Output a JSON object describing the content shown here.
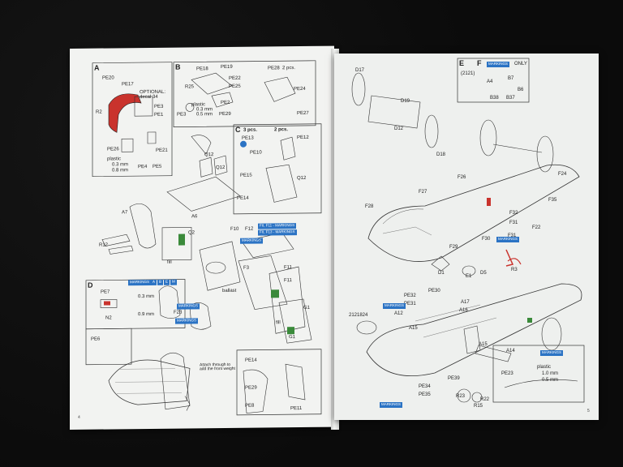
{
  "left_page": {
    "step_a": {
      "letter": "A",
      "parts": [
        "PE20",
        "PE17",
        "OPTIONAL: decal 34",
        "PE3",
        "PE1",
        "R2",
        "PE26",
        "PE21",
        "PE4",
        "PE5"
      ],
      "plastic_note": "plastic",
      "thin1": "0.3 mm",
      "thin2": "0.8 mm"
    },
    "step_b": {
      "letter": "B",
      "parts": [
        "PE18",
        "PE19",
        "PE22",
        "PE25",
        "R25",
        "PE2",
        "PE3",
        "PE29",
        "PE28",
        "2 pcs.",
        "PE24",
        "PE27"
      ],
      "plastic_note": "plastic",
      "thin1": "0.3 mm",
      "thin2": "0.5 mm"
    },
    "step_c": {
      "letter": "C",
      "pcs1": "3 pcs.",
      "pcs2": "2 pcs.",
      "parts": [
        "PE13",
        "PE12",
        "PE10",
        "PE15",
        "PE14",
        "Q12",
        "Q12"
      ]
    },
    "step_d": {
      "letter": "D",
      "parts": [
        "PE7",
        "N2",
        "PE6",
        "F23"
      ],
      "thin1": "0.3 mm",
      "thin2": "0.9 mm"
    },
    "mid_labels": [
      "Q12",
      "Q12",
      "A7",
      "A6",
      "R12",
      "Q2",
      "F10",
      "F12",
      "F3",
      "F11",
      "F11",
      "fill",
      "ballast",
      "G1",
      "G1",
      "fill"
    ],
    "markings": [
      "MARKINGS",
      "A",
      "B",
      "E",
      "M"
    ],
    "marking_note_1": "F8, F11 - MARKINGS",
    "marking_note_2": "F8, F13 - MARKINGS",
    "bottom_parts": [
      "PE14",
      "PE29",
      "PE8",
      "PE11"
    ],
    "note": "Attach through to add the front weight",
    "page_number": "4"
  },
  "right_page": {
    "parts": [
      "D17",
      "D19",
      "D12",
      "D18",
      "F26",
      "F28",
      "F27",
      "F24",
      "F35",
      "F29",
      "F30",
      "F32",
      "F31",
      "F22",
      "F31",
      "R3",
      "D1",
      "E1",
      "D5",
      "PE30",
      "PE32",
      "PE31",
      "A17",
      "A16",
      "A15",
      "A14",
      "A12",
      "A15",
      "PE34",
      "PE35",
      "PE39",
      "R23",
      "R15",
      "R22",
      "PE23"
    ],
    "step_ef": {
      "letters": [
        "E",
        "F"
      ],
      "code": "(2121)",
      "parts": [
        "A4",
        "B7",
        "B6",
        "B38",
        "B37"
      ]
    },
    "markings_label": "MARKINGS",
    "markings_only": "ONLY",
    "code2": "2121824",
    "plastic_note": "plastic",
    "thin1": "1.0 mm",
    "thin2": "0.5 mm",
    "page_number": "5"
  }
}
